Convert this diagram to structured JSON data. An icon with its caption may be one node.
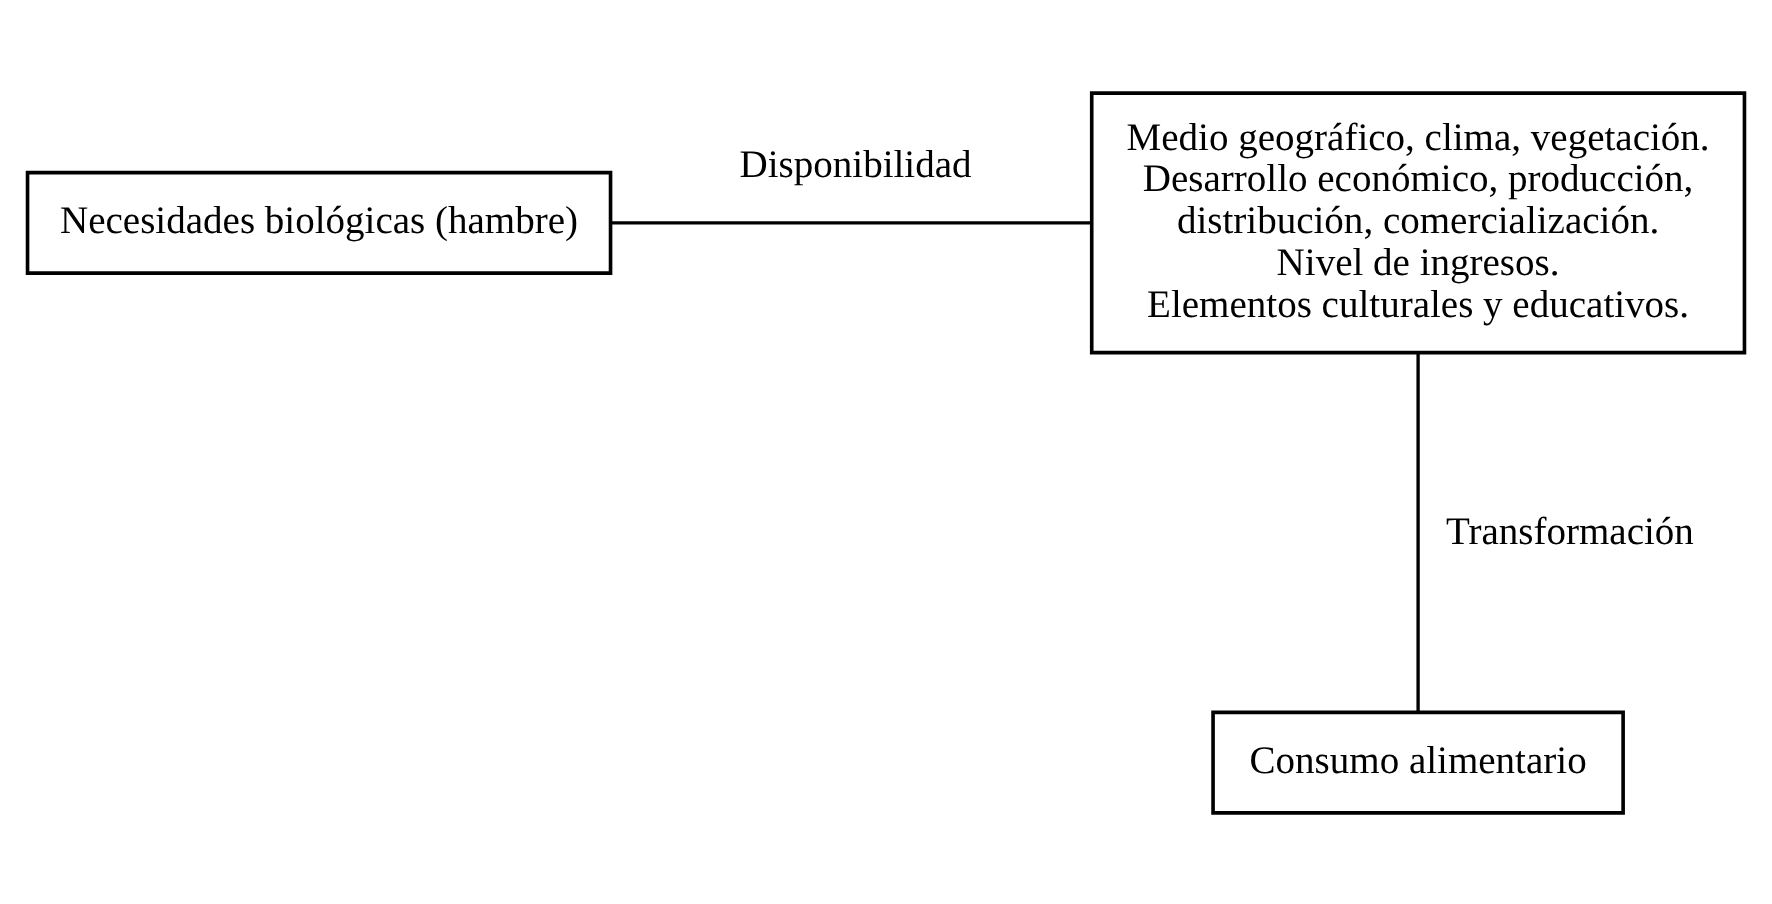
{
  "diagram": {
    "nodes": [
      {
        "text": [
          "Necesidades biológicas (hambre)"
        ]
      },
      {
        "text": [
          "Medio geográfico, clima, vegetación.",
          "Desarrollo económico, producción, distribución, comercialización.",
          "Nivel de ingresos.",
          "Elementos culturales y educativos."
        ]
      },
      {
        "text": [
          "Consumo alimentario"
        ]
      }
    ],
    "edges": [
      {
        "from": 0,
        "to": 1,
        "arrow": "none",
        "label": "Disponibilidad"
      },
      {
        "from": 1,
        "to": 2,
        "arrow": "none",
        "label": "Transformación"
      }
    ]
  }
}
